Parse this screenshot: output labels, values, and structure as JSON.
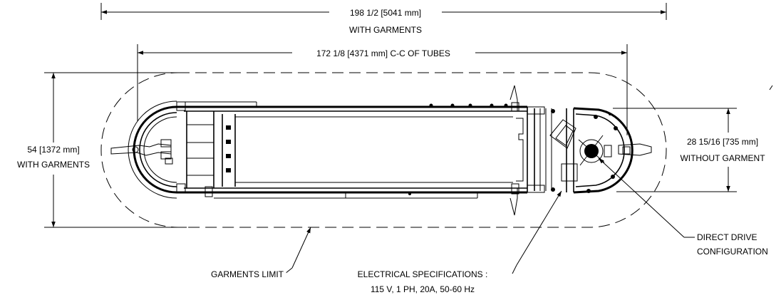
{
  "dimensions": {
    "overall_length": {
      "value": "198 1/2 [5041 mm]",
      "note": "WITH GARMENTS"
    },
    "tube_center": {
      "value": "172 1/8 [4371 mm] C-C OF TUBES"
    },
    "overall_width": {
      "value": "54 [1372 mm]",
      "note": "WITH GARMENTS"
    },
    "frame_width": {
      "value": "28 15/16 [735 mm]",
      "note": "WITHOUT GARMENT"
    }
  },
  "callouts": {
    "garments_limit": "GARMENTS LIMIT",
    "drive": {
      "line1": "DIRECT DRIVE",
      "line2": "CONFIGURATION"
    },
    "electrical": {
      "line1": "ELECTRICAL SPECIFICATIONS :",
      "line2": "115 V, 1 PH, 20A, 50-60 Hz"
    }
  }
}
